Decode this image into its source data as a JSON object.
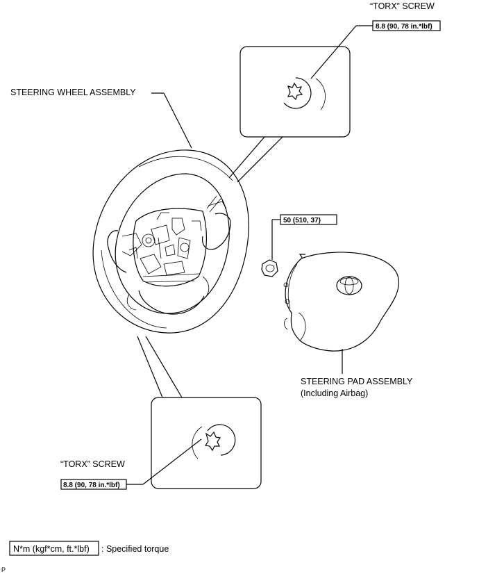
{
  "labels": {
    "torx_screw_top": "“TORX” SCREW",
    "torque_top": "8.8 (90, 78 in.*lbf)",
    "steering_wheel": "STEERING WHEEL ASSEMBLY",
    "nut_torque": "50 (510, 37)",
    "steering_pad_line1": "STEERING PAD ASSEMBLY",
    "steering_pad_line2": "(Including Airbag)",
    "torx_screw_bottom": "“TORX” SCREW",
    "torque_bottom": "8.8 (90, 78 in.*lbf)"
  },
  "legend": {
    "unit": "N*m (kgf*cm, ft.*lbf)",
    "description": ": Specified torque"
  },
  "footer": {
    "code": "P"
  }
}
